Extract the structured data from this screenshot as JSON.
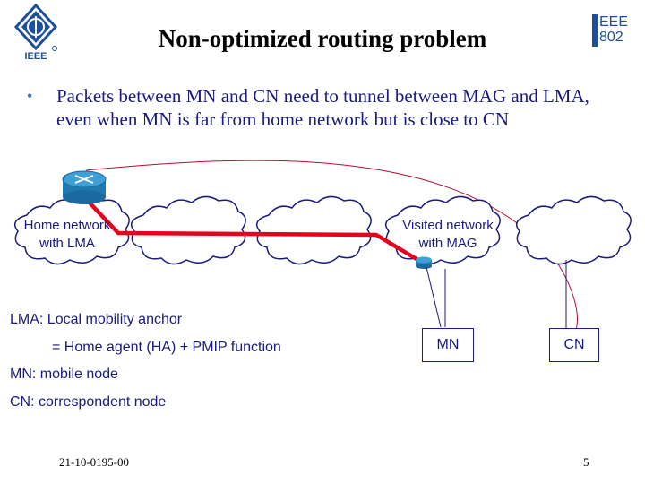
{
  "slide": {
    "title": "Non-optimized routing problem",
    "bullet": "Packets between MN and CN need to tunnel between MAG and LMA, even when MN is far from home network but is close to CN",
    "bullet_marker": "•"
  },
  "diagram": {
    "home_network_label": "Home network\nwith LMA",
    "visited_network_label": "Visited network\nwith MAG",
    "mn_label": "MN",
    "cn_label": "CN",
    "tunnel_color": "#e8001c",
    "path_color": "#b01030",
    "cloud_stroke": "#1a1a80"
  },
  "definitions": {
    "lma_line": "LMA: Local mobility anchor",
    "lma_detail": "= Home agent (HA) + PMIP function",
    "mn_line": "MN: mobile node",
    "cn_line": "CN: correspondent node"
  },
  "footer": {
    "doc_id": "21-10-0195-00",
    "page_number": "5"
  },
  "logos": {
    "left_text": "IEEE",
    "right_text_top": "EEE",
    "right_text_bottom": "802"
  }
}
